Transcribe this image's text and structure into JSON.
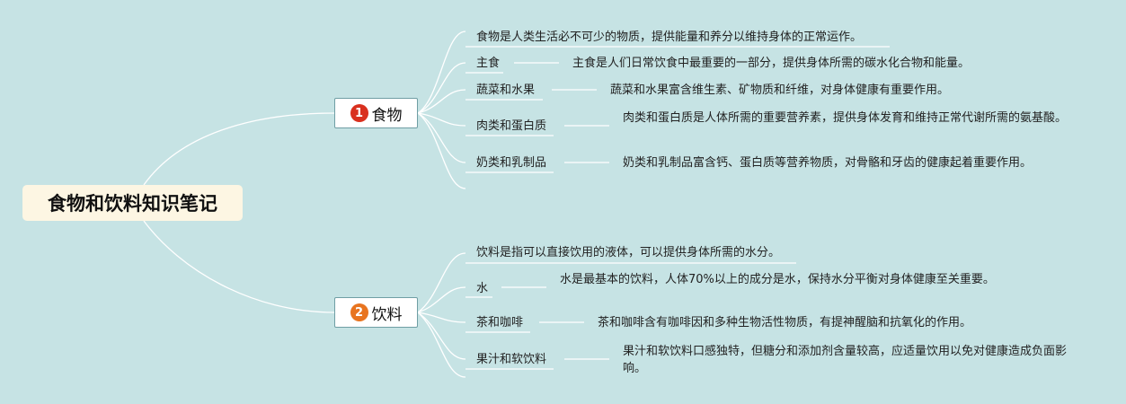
{
  "root": {
    "title": "食物和饮料知识笔记"
  },
  "branches": [
    {
      "number": "1",
      "number_color": "#d9301e",
      "label": "食物",
      "summary": "食物是人类生活必不可少的物质，提供能量和养分以维持身体的正常运作。",
      "items": [
        {
          "topic": "主食",
          "detail": "主食是人们日常饮食中最重要的一部分，提供身体所需的碳水化合物和能量。"
        },
        {
          "topic": "蔬菜和水果",
          "detail": "蔬菜和水果富含维生素、矿物质和纤维，对身体健康有重要作用。"
        },
        {
          "topic": "肉类和蛋白质",
          "detail": "肉类和蛋白质是人体所需的重要营养素，提供身体发育和维持正常代谢所需的氨基酸。"
        },
        {
          "topic": "奶类和乳制品",
          "detail": "奶类和乳制品富含钙、蛋白质等营养物质，对骨骼和牙齿的健康起着重要作用。"
        }
      ]
    },
    {
      "number": "2",
      "number_color": "#e8741f",
      "label": "饮料",
      "summary": "饮料是指可以直接饮用的液体，可以提供身体所需的水分。",
      "items": [
        {
          "topic": "水",
          "detail": "水是最基本的饮料，人体70%以上的成分是水，保持水分平衡对身体健康至关重要。"
        },
        {
          "topic": "茶和咖啡",
          "detail": "茶和咖啡含有咖啡因和多种生物活性物质，有提神醒脑和抗氧化的作用。"
        },
        {
          "topic": "果汁和软饮料",
          "detail": "果汁和软饮料口感独特，但糖分和添加剂含量较高，应适量饮用以免对健康造成负面影响。"
        }
      ]
    }
  ],
  "colors": {
    "background": "#c6e3e4",
    "line": "#ffffff",
    "root_fill": "#fdf6e3",
    "branch_border": "#6f9ea4"
  }
}
